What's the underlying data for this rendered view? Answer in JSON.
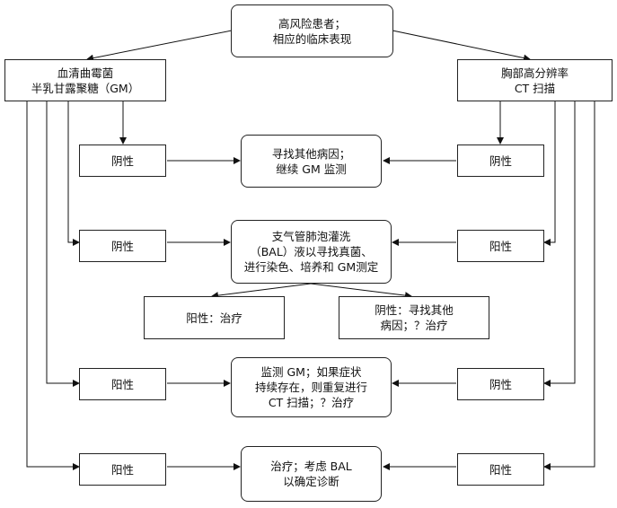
{
  "start": {
    "line1": "高风险患者；",
    "line2": "相应的临床表现"
  },
  "gm_test": {
    "line1": "血清曲霉菌",
    "line2": "半乳甘露聚糖（GM）"
  },
  "ct_scan": {
    "line1": "胸部高分辨率",
    "line2": "CT  扫描"
  },
  "row1": {
    "left": "阴性",
    "center_line1": "寻找其他病因；",
    "center_line2": "继续  GM  监测",
    "right": "阴性"
  },
  "row2": {
    "left": "阴性",
    "center_line1": "支气管肺泡灌洗",
    "center_line2": "（BAL）液以寻找真菌、",
    "center_line3": "进行染色、培养和 GM测定",
    "right": "阳性"
  },
  "bal_results": {
    "positive": "阳性：治疗",
    "negative_line1": "阴性：寻找其他",
    "negative_line2": "病因；？治疗"
  },
  "row3": {
    "left": "阳性",
    "center_line1": "监测  GM；如果症状",
    "center_line2": "持续存在，则重复进行",
    "center_line3": "CT 扫描；？治疗",
    "right": "阴性"
  },
  "row4": {
    "left": "阳性",
    "center_line1": "治疗；考虑 BAL",
    "center_line2": "以确定诊断",
    "right": "阳性"
  }
}
